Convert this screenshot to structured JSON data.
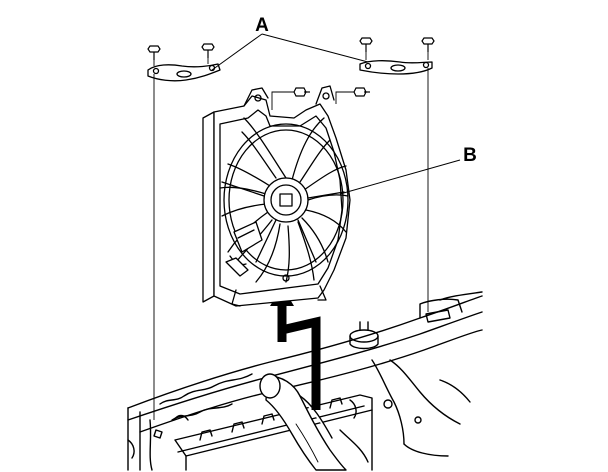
{
  "diagram": {
    "callouts": {
      "a": {
        "label": "A",
        "target": "mounting-brackets"
      },
      "b": {
        "label": "B",
        "target": "cooling-fan-shroud"
      }
    },
    "components": {
      "upper_bracket": "bracket-icon",
      "bolt": "bolt-icon",
      "clip": "clip-icon",
      "fan_shroud": "fan-shroud-icon",
      "radiator_support": "radiator-support-icon",
      "lower_hose": "hose-icon",
      "install_direction": "arrow-up-icon"
    },
    "colors": {
      "line": "#000000",
      "background": "#ffffff"
    }
  }
}
